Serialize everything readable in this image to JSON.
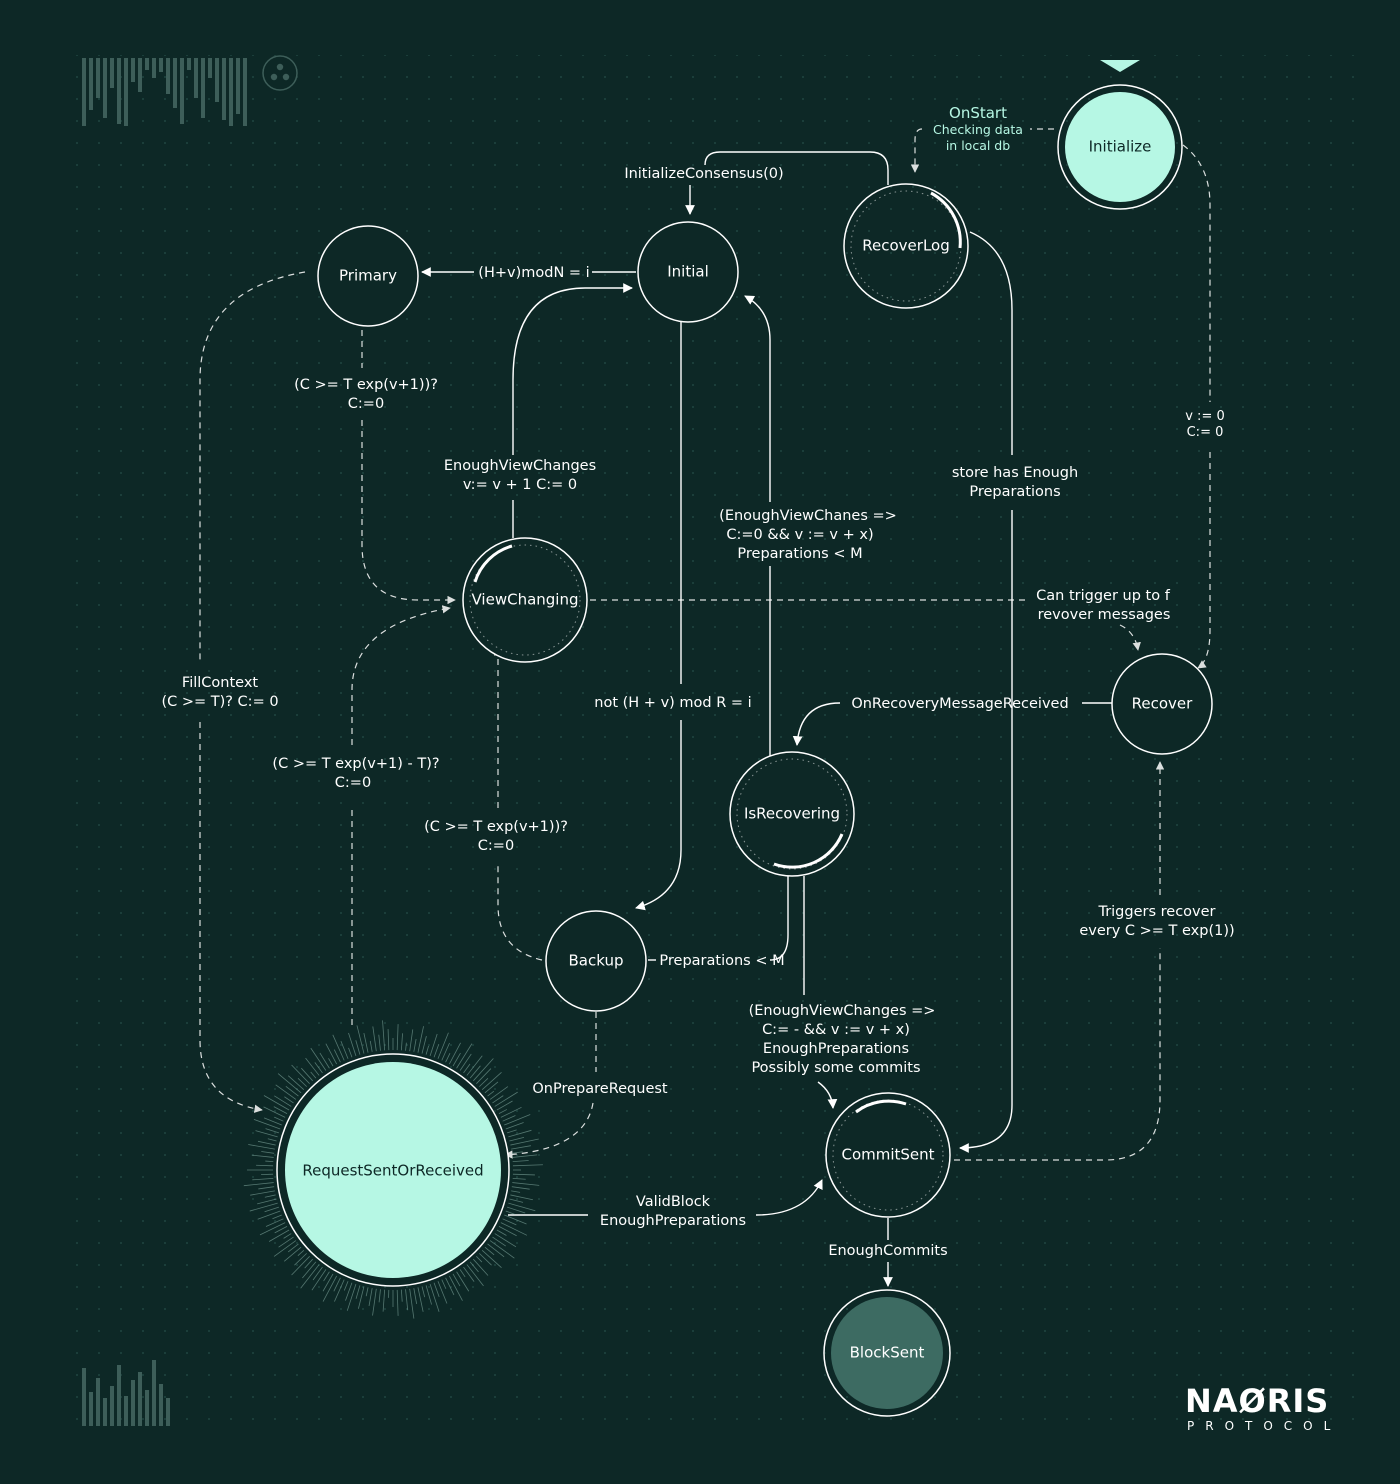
{
  "nodes": {
    "initialize": "Initialize",
    "recoverlog": "RecoverLog",
    "initial": "Initial",
    "primary": "Primary",
    "viewchanging": "ViewChanging",
    "recover": "Recover",
    "isrecovering": "IsRecovering",
    "backup": "Backup",
    "request": "RequestSentOrReceived",
    "commitsent": "CommitSent",
    "blocksent": "BlockSent"
  },
  "labels": {
    "onstart": "OnStart",
    "checking1": "Checking data",
    "checking2": "in local db",
    "init_consensus": "InitializeConsensus(0)",
    "hv_modn": "(H+v)modN = i",
    "primary_cond1": "(C >= T exp(v+1))?",
    "primary_cond2": "C:=0",
    "enough_vc1": "EnoughViewChanges",
    "enough_vc2": "v:= v + 1 C:= 0",
    "enough_vchanes1": "(EnoughViewChanes =>",
    "enough_vchanes2": "C:=0 && v := v + x)",
    "enough_vchanes3": "Preparations < M",
    "store1": "store has Enough",
    "store2": "Preparations",
    "vc_reset1": "v := 0",
    "vc_reset2": "C:= 0",
    "trigger1": "Can trigger up to f",
    "trigger2": "revover messages",
    "fill1": "FillContext",
    "fill2": "(C >= T)? C:= 0",
    "not_hv": "not (H + v) mod R = i",
    "on_recovery": "OnRecoveryMessageReceived",
    "cexp_t1": "(C >= T exp(v+1) - T)?",
    "cexp_t2": "C:=0",
    "cexp_b1": "(C >= T exp(v+1))?",
    "cexp_b2": "C:=0",
    "prep_lt": "Preparations < M",
    "enough_vchanges_b1": "(EnoughViewChanges =>",
    "enough_vchanges_b2": "C:= - && v := v + x)",
    "enough_vchanges_b3": "EnoughPreparations",
    "enough_vchanges_b4": "Possibly some commits",
    "triggers1": "Triggers recover",
    "triggers2": "every C >= T exp(1))",
    "on_prepare": "OnPrepareRequest",
    "valid1": "ValidBlock",
    "valid2": "EnoughPreparations",
    "enough_commits": "EnoughCommits"
  },
  "brand": {
    "name": "NAØRIS",
    "sub": "PROTOCOL"
  },
  "colors": {
    "background": "#0d2826",
    "accent": "#b6f7e4",
    "blocksent": "#3d6b62",
    "line": "#ffffff"
  }
}
